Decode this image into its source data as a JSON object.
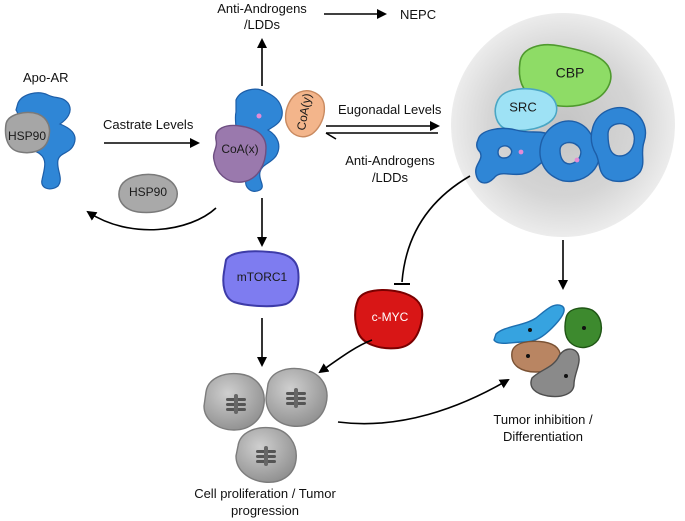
{
  "labels": {
    "apo_ar": "Apo-AR",
    "castrate_levels": "Castrate Levels",
    "anti_androgens_top": "Anti-Androgens",
    "lddd_top": "/LDDs",
    "nepc": "NEPC",
    "eugonadal_levels": "Eugonadal Levels",
    "anti_androgens_mid": "Anti-Androgens",
    "lddd_mid": "/LDDs",
    "cell_prolif_line1": "Cell proliferation / Tumor",
    "cell_prolif_line2": "progression",
    "tumor_inhib_line1": "Tumor inhibition /",
    "tumor_inhib_line2": "Differentiation"
  },
  "nodes": {
    "hsp90_bound": "HSP90",
    "hsp90_free": "HSP90",
    "coa_x": "CoA(x)",
    "coa_y": "CoA(y)",
    "mtorc1": "mTORC1",
    "c_myc": "c-MYC",
    "cbp": "CBP",
    "src": "SRC"
  },
  "colors": {
    "ar_blue": "#2f86d6",
    "hsp90_gray": "#a6a6a6",
    "coa_x_purple": "#9a79ad",
    "coa_y_peach": "#f3b58b",
    "mtorc1_violet": "#7e7cf0",
    "c_myc_red": "#d81616",
    "cbp_green": "#8edc66",
    "src_cyan": "#9ee2f5",
    "halo_gray": "#d7d7d7",
    "cell_gray": "#9c9c9c"
  }
}
